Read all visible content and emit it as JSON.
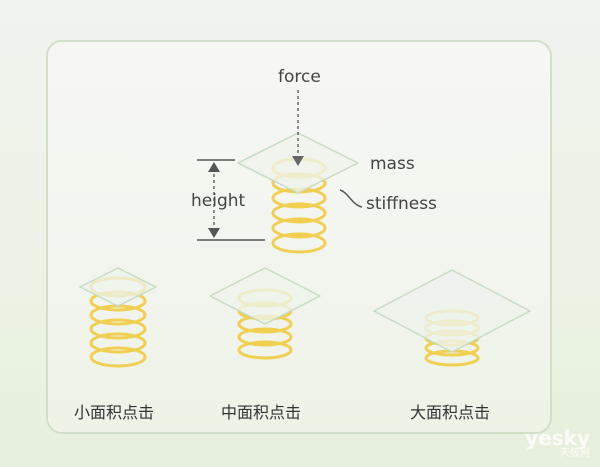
{
  "diagram": {
    "labels": {
      "force": "force",
      "mass": "mass",
      "height": "height",
      "stiffness": "stiffness"
    },
    "captions": {
      "small": "小面积点击",
      "medium": "中面积点击",
      "large": "大面积点击"
    }
  },
  "watermark": {
    "brand": "yesky",
    "sub": "天极网"
  },
  "colors": {
    "spring": "#f0cf52",
    "plate_fill": "#eef3ec",
    "plate_stroke": "#c7dcc4",
    "arrow": "#666666",
    "card_border": "#d2dfc8"
  }
}
